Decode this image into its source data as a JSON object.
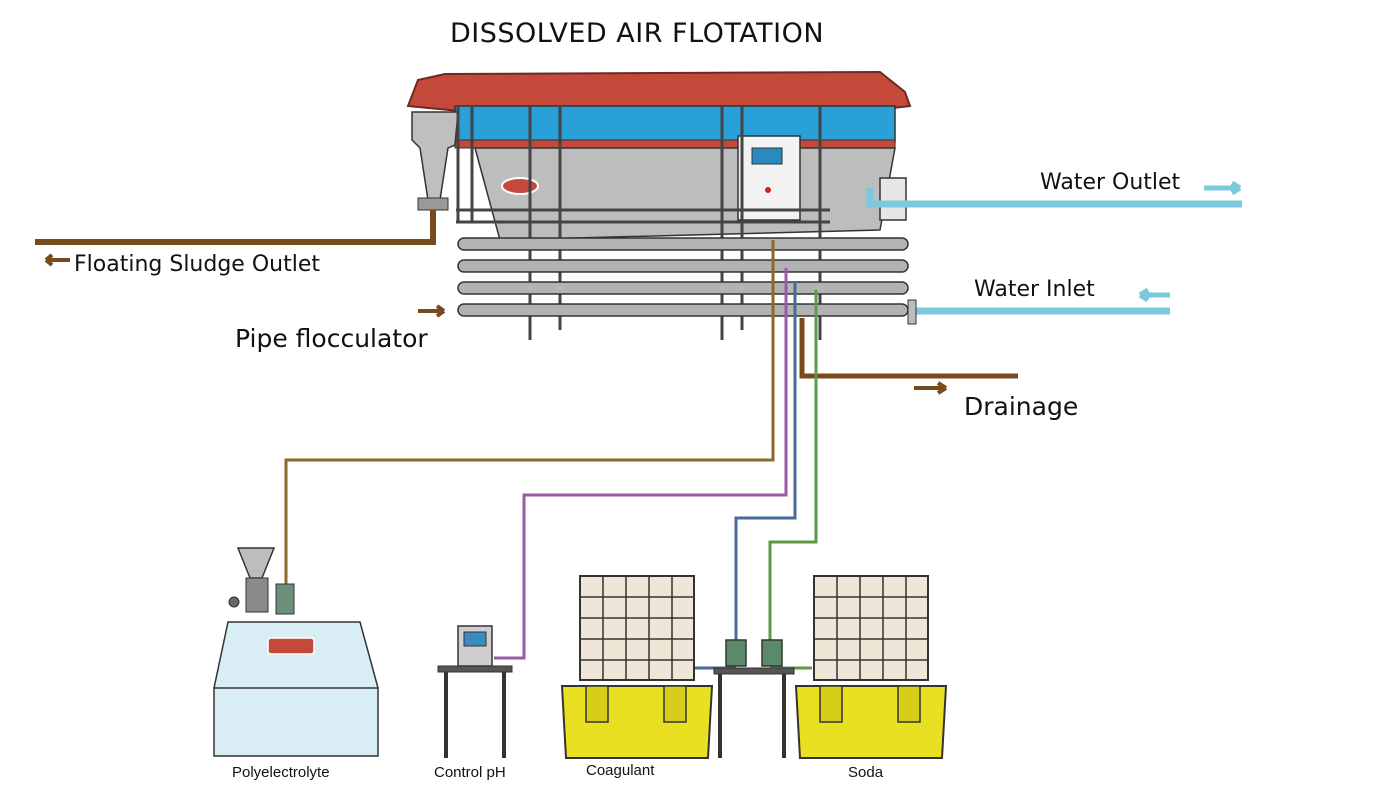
{
  "title": "DISSOLVED AIR FLOTATION",
  "labels": {
    "water_outlet": "Water Outlet",
    "water_inlet": "Water Inlet",
    "floating_sludge_outlet": "Floating Sludge Outlet",
    "pipe_flocculator": "Pipe flocculator",
    "drainage": "Drainage",
    "polyelectrolyte": "Polyelectrolyte",
    "control_ph": "Control pH",
    "coagulant": "Coagulant",
    "soda": "Soda"
  },
  "colors": {
    "sludge_pipe": "#7a4a1e",
    "water_pipe": "#7cc8dc",
    "drainage_pipe": "#7a4a1e",
    "polyelectrolyte_line": "#8c6a2c",
    "ph_line": "#9a5aa8",
    "coagulant_line": "#4a6a9a",
    "soda_line": "#5a9a4a",
    "tank_roof": "#c4493a",
    "tank_band": "#2aa0d8",
    "tank_body": "#bdbdbd",
    "ibc_container": "#e8e020"
  }
}
